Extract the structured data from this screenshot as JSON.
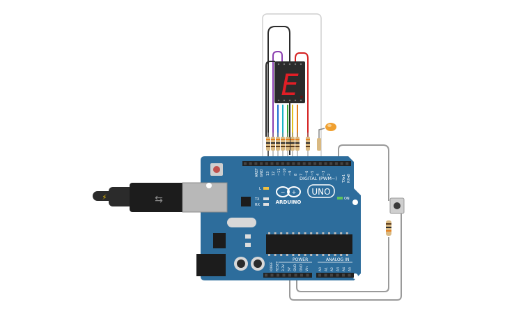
{
  "display": {
    "digit": "E",
    "segment_color": "#e01e26",
    "body_color": "#2b2b2b"
  },
  "board": {
    "logo_text": "ARDUINO",
    "model": "UNO",
    "digital_label": "DIGITAL (PWM~)",
    "power_label": "POWER",
    "analog_label": "ANALOG IN",
    "on_label": "ON",
    "l_label": "L",
    "tx_label": "TX",
    "rx_label": "RX",
    "tx1_label": "TX▸1",
    "rx0_label": "RX◂0",
    "aref_label": "AREF",
    "gnd_label": "GND",
    "digital_pins": [
      "13",
      "12",
      "~11",
      "~10",
      "~9",
      "8",
      "7",
      "~6",
      "~5",
      "4",
      "~3",
      "2"
    ],
    "power_pins": [
      "IOREF",
      "RESET",
      "3.3V",
      "5V",
      "GND",
      "GND",
      "Vin"
    ],
    "analog_pins": [
      "A0",
      "A1",
      "A2",
      "A3",
      "A4",
      "A5"
    ],
    "board_color": "#2d6d9c"
  },
  "wire_colors": {
    "black": "#2b2b2b",
    "purple": "#8b3fb0",
    "blue": "#1f6fd1",
    "cyan": "#19b3c4",
    "green": "#3aa537",
    "yellow": "#e0c020",
    "orange": "#e6801e",
    "red": "#d42020",
    "gray": "#9a9a9a"
  }
}
